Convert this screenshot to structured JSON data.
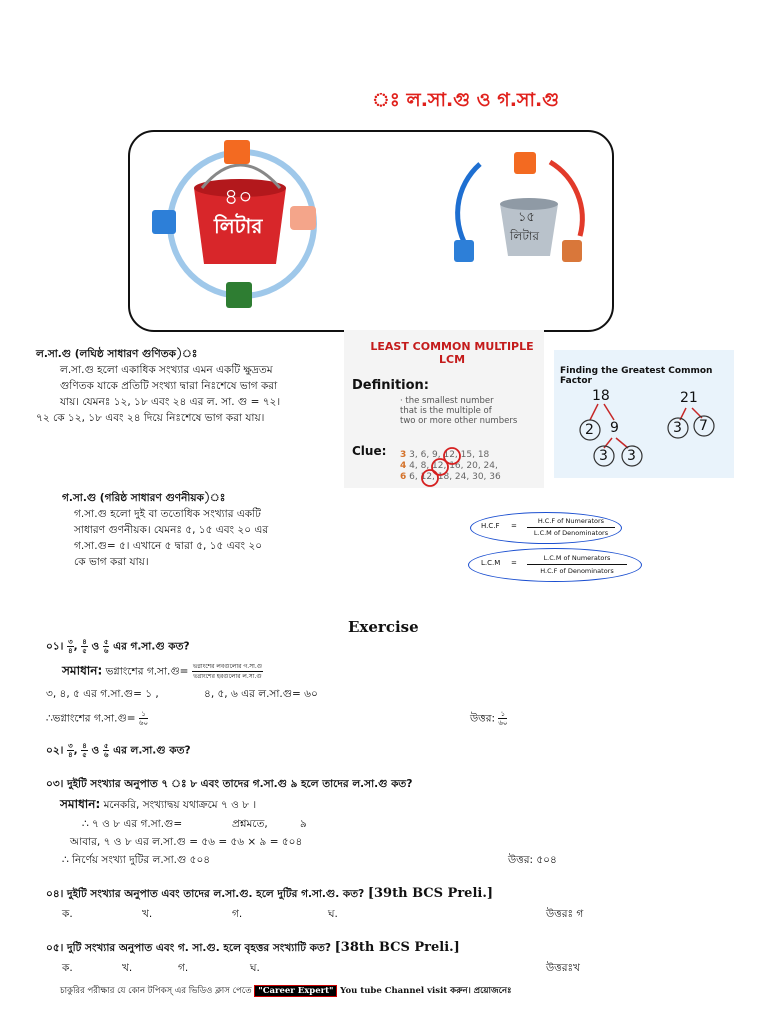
{
  "title": "ঃ ল.সা.গু ও গ.সা.গু",
  "banner": {
    "left_label_line1": "৪০",
    "left_label_line2": "লিটার",
    "right_label_line1": "১৫",
    "right_label_line2": "লিটার"
  },
  "lcm_section": {
    "heading": "ল.সা.গু (লঘিষ্ঠ সাধারণ গুণিতক)ঃ",
    "lines": [
      "ল.সা.গু হলো একাধিক সংখ্যার এমন একটি ক্ষুদ্রতম",
      "গুণিতক যাকে প্রতিটি সংখ্যা দ্বারা নিঃশেষে ভাগ করা",
      "যায়। যেমনঃ ১২, ১৮ এবং ২৪ এর ল. সা. গু = ৭২।",
      "৭২ কে ১২, ১৮ এবং ২৪ দিয়ে নিঃশেষে ভাগ করা যায়।"
    ]
  },
  "lcm_card": {
    "title_line1": "LEAST COMMON MULTIPLE",
    "title_line2": "LCM",
    "definition_label": "Definition:",
    "definition_lines": [
      "· the smallest number",
      "that is the multiple of",
      "two or more other numbers"
    ],
    "clue_label": "Clue:",
    "clue_rows": [
      {
        "n": "3",
        "list": "3, 6, 9, 12, 15, 18"
      },
      {
        "n": "4",
        "list": "4, 8, 12, 16, 20, 24,"
      },
      {
        "n": "6",
        "list": "6, 12, 18, 24, 30, 36"
      }
    ]
  },
  "gcf_card": {
    "title": "Finding the Greatest Common Factor",
    "left_root": "18",
    "left_children": [
      "2",
      "9"
    ],
    "left_grand": [
      "3",
      "3"
    ],
    "right_root": "21",
    "right_children": [
      "3",
      "7"
    ]
  },
  "hcf_section": {
    "heading": "গ.সা.গু (গরিষ্ঠ সাধারণ গুণনীয়ক)ঃ",
    "lines": [
      "গ.সা.গু হলো দুই বা ততোধিক সংখ্যার একটি",
      "সাধারণ গুণনীয়ক। যেমনঃ ৫, ১৫ এবং ২০ এর",
      "গ.সা.গু= ৫। এখানে ৫ দ্বারা ৫, ১৫ এবং ২০",
      "কে ভাগ করা যায়।"
    ]
  },
  "formulas": {
    "hcf_label": "H.C.F",
    "hcf_num": "H.C.F of Numerators",
    "hcf_den": "L.C.M of Denominators",
    "lcm_label": "L.C.M",
    "lcm_num": "L.C.M of Numerators",
    "lcm_den": "H.C.F of Denominators",
    "eq": "="
  },
  "exercise": {
    "title": "Exercise",
    "q1": {
      "num": "০১।",
      "fracs": [
        [
          "৩",
          "৪"
        ],
        [
          "৪",
          "৫"
        ],
        [
          "৫",
          "৬"
        ]
      ],
      "sep1": ",",
      "sep2": "ও",
      "tail": "এর গ.সা.গু কত?",
      "solution_label": "সমাধান:",
      "solution_text": "ভগ্নাংশের গ.সা.গু=",
      "solution_frac_num": "ভগ্নাংশের লবগুলোর গ.সা.গু",
      "solution_frac_den": "ভগ্নাংশের হরগুলোর ল.সা.গু",
      "line2a": "৩, ৪, ৫ এর গ.সা.গু= ১ ,",
      "line2b": "৪, ৫, ৬ এর ল.সা.গু= ৬০",
      "line3": "∴ভগ্নাংশের গ.সা.গু=",
      "res_num": "১",
      "res_den": "৬০",
      "answer_label": "উত্তর:"
    },
    "q2": {
      "num": "০২।",
      "fracs": [
        [
          "৩",
          "৪"
        ],
        [
          "৪",
          "৫"
        ],
        [
          "৫",
          "৬"
        ]
      ],
      "sep1": ",",
      "sep2": "ও",
      "tail": "এর ল.সা.গু কত?"
    },
    "q3": {
      "num": "০৩।",
      "text": "দুইটি সংখ্যার অনুপাত ৭ ঃ ৮ এবং তাদের গ.সা.গু ৯ হলে তাদের ল.সা.গু কত?",
      "solution_label": "সমাধান:",
      "line1": "মনেকরি, সংখ্যাদ্বয় যথাক্রমে ৭   ও ৮   ।",
      "line2a": "∴ ৭   ও ৮   এর গ.সা.গু=",
      "line2b": "প্রশ্নমতে,",
      "line2c": "৯",
      "line3": "আবার, ৭   ও ৮   এর ল.সা.গু = ৫৬    = ৫৬ × ৯  = ৫০৪",
      "line4": "∴ নির্ণেয় সংখ্যা দুটির ল.সা.গু ৫০৪",
      "answer": "উত্তর: ৫০৪"
    },
    "q4": {
      "text": "০৪। দুইটি সংখ্যার অনুপাত        এবং তাদের ল.সা.গু.        হলে দুটির গ.সা.গু. কত?",
      "tag": "[39th BCS Preli.]",
      "options": [
        "ক.",
        "খ.",
        "গ.",
        "ঘ."
      ],
      "answer": "উত্তরঃ গ"
    },
    "q5": {
      "text": "০৫। দুটি সংখ্যার অনুপাত        এবং গ. সা.গু.   হলে বৃহত্তর সংখ্যাটি কত?",
      "tag": "[38th BCS Preli.]",
      "options": [
        "ক.",
        "খ.",
        "গ.",
        "ঘ."
      ],
      "answer": "উত্তরঃখ"
    }
  },
  "footer": {
    "pre": "চাকুরির পরীক্ষার যে কোন টপিকস্ এর ভিডিও ক্লাস পেতে",
    "tag": "\"Career Expert\"",
    "post": "You tube Channel visit করুন। প্রয়োজনেঃ"
  }
}
